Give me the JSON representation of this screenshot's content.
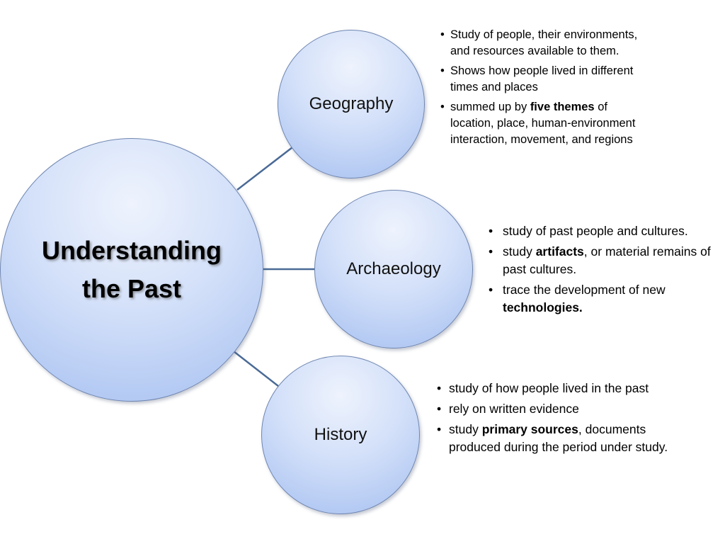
{
  "diagram": {
    "center": {
      "title_line1": "Understanding",
      "title_line2": "the Past"
    },
    "branches": [
      {
        "title": "Geography",
        "bullets": [
          {
            "text": "Study of people, their environments, and resources available to them."
          },
          {
            "text": "Shows how people lived in different times and places"
          },
          {
            "before": "summed up by ",
            "bold": "five themes",
            "after": " of location, place, human-environment interaction, movement, and regions"
          }
        ]
      },
      {
        "title": "Archaeology",
        "bullets": [
          {
            "text": "study of past people and cultures."
          },
          {
            "before": "study ",
            "bold": "artifacts",
            "after": ", or material remains of past cultures."
          },
          {
            "before": "trace the development of new ",
            "bold": "technologies."
          }
        ]
      },
      {
        "title": "History",
        "bullets": [
          {
            "text": "study of how people lived in the past"
          },
          {
            "text": "rely on written evidence"
          },
          {
            "before": "study ",
            "bold": "primary sources",
            "after": ", documents produced during the period under study."
          }
        ]
      }
    ],
    "colors": {
      "connector": "#4a6a96",
      "circle_light": "#eef3fd",
      "circle_dark": "#a5bff0",
      "circle_border": "#6f86b0"
    }
  }
}
